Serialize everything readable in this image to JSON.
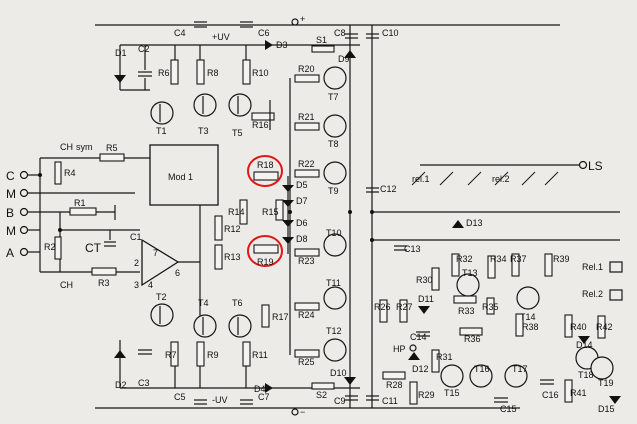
{
  "labels": {
    "C": "C",
    "M1": "M",
    "B": "B",
    "M2": "M",
    "A": "A",
    "CH1": "CH",
    "sym": "sym",
    "CH2": "CH",
    "CT": "CT",
    "mod": "Mod 1",
    "LS": "LS",
    "HP": "HP",
    "plus": "+",
    "minus": "−",
    "plus_uv": "+UV",
    "minus_uv": "-UV",
    "rel1": "rel.1",
    "rel2": "rel.2",
    "Rel11": "Rel.1",
    "Rel12": "Rel.2",
    "n7": "7",
    "n6": "6",
    "n2": "2",
    "n3": "3",
    "n4": "4",
    "R1": "R1",
    "R2": "R2",
    "R3": "R3",
    "R4": "R4",
    "R5": "R5",
    "R6": "R6",
    "R7": "R7",
    "R8": "R8",
    "R9": "R9",
    "R10": "R10",
    "R11": "R11",
    "R12": "R12",
    "R13": "R13",
    "R14": "R14",
    "R15": "R15",
    "R16": "R16",
    "R17": "R17",
    "R18": "R18",
    "R19": "R19",
    "R20": "R20",
    "R21": "R21",
    "R22": "R22",
    "R23": "R23",
    "R24": "R24",
    "R25": "R25",
    "R26": "R26",
    "R27": "R27",
    "R28": "R28",
    "R29": "R29",
    "R30": "R30",
    "R31": "R31",
    "R32": "R32",
    "R33": "R33",
    "R34": "R34",
    "R35": "R35",
    "R36": "R36",
    "R37": "R37",
    "R38": "R38",
    "R39": "R39",
    "R40": "R40",
    "R41": "R41",
    "R42": "R42",
    "C1": "C1",
    "C2": "C2",
    "C3": "C3",
    "C4": "C4",
    "C5": "C5",
    "C6": "C6",
    "C7": "C7",
    "C8": "C8",
    "C9": "C9",
    "C10": "C10",
    "C11": "C11",
    "C12": "C12",
    "C13": "C13",
    "C14": "C14",
    "C15": "C15",
    "C16": "C16",
    "D1": "D1",
    "D2": "D2",
    "D3": "D3",
    "D4": "D4",
    "D5": "D5",
    "D6": "D6",
    "D7": "D7",
    "D8": "D8",
    "D9": "D9",
    "D10": "D10",
    "D11": "D11",
    "D12": "D12",
    "D13": "D13",
    "D14": "D14",
    "D15": "D15",
    "T1": "T1",
    "T2": "T2",
    "T3": "T3",
    "T4": "T4",
    "T5": "T5",
    "T6": "T6",
    "T7": "T7",
    "T8": "T8",
    "T9": "T9",
    "T10": "T10",
    "T11": "T11",
    "T12": "T12",
    "T13": "T13",
    "T14": "T14",
    "T15": "T15",
    "T16": "T16",
    "T17": "T17",
    "T18": "T18",
    "T19": "T19",
    "S1": "S1",
    "S2": "S2"
  },
  "highlight_color": "#e01818",
  "highlighted": [
    "R18",
    "R19"
  ]
}
